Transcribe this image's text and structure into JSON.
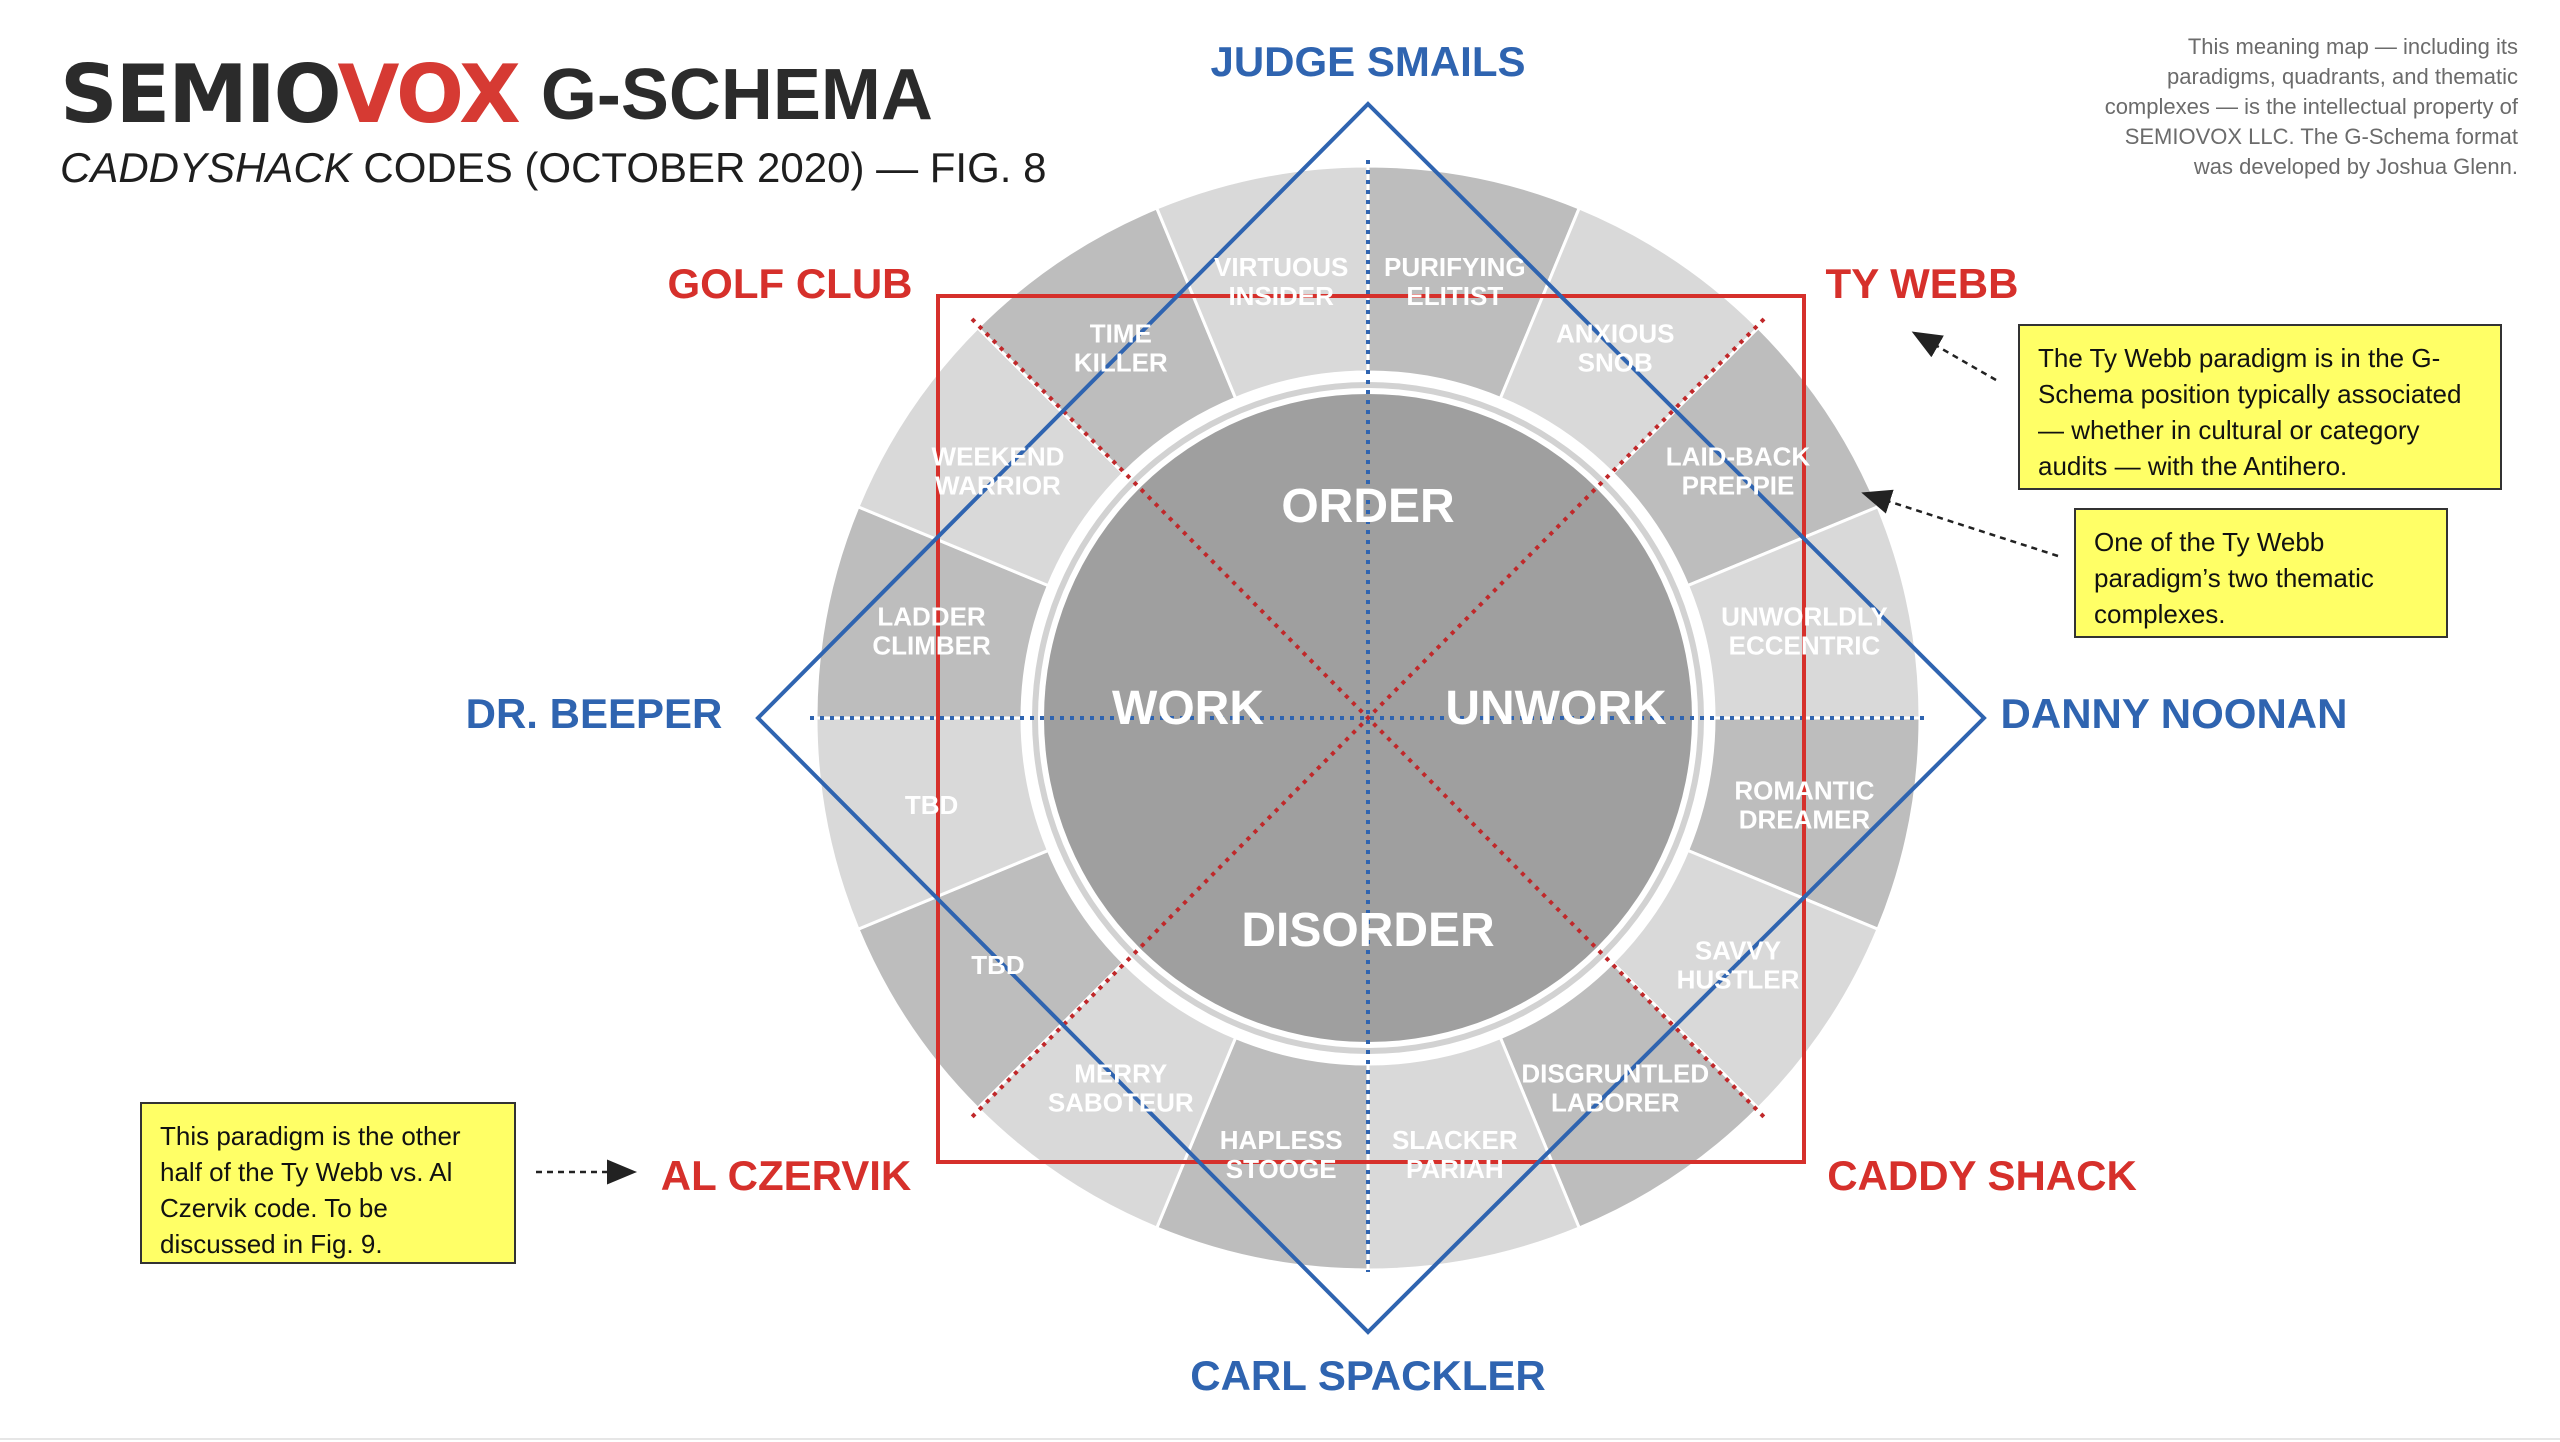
{
  "header": {
    "brand_part1": "SEMIO",
    "brand_part2": "VOX",
    "schema_label": "G-SCHEMA",
    "subtitle_film": "CADDYSHACK",
    "subtitle_rest": " CODES (OCTOBER 2020) — FIG. 8"
  },
  "copyright": "This meaning map — including its paradigms, quadrants, and thematic complexes — is the intellectual property of SEMIOVOX LLC. The G-Schema format was developed by Joshua Glenn.",
  "colors": {
    "blue": "#2f64b0",
    "red": "#d6302b",
    "ring_light": "#d9d9d9",
    "ring_dark": "#bdbdbd",
    "inner_ring": "#d2d2d2",
    "core": "#9f9f9f",
    "note_bg": "#ffff66"
  },
  "poles": {
    "top": "JUDGE SMAILS",
    "bottom": "CARL SPACKLER",
    "left": "DR. BEEPER",
    "right": "DANNY NOONAN",
    "top_left": "GOLF CLUB",
    "top_right": "TY WEBB",
    "bottom_left": "AL CZERVIK",
    "bottom_right": "CADDY SHACK"
  },
  "quadrants": {
    "top": "ORDER",
    "left": "WORK",
    "right": "UNWORK",
    "bottom": "DISORDER"
  },
  "segments": [
    {
      "lines": [
        "PURIFYING",
        "ELITIST"
      ]
    },
    {
      "lines": [
        "ANXIOUS",
        "SNOB"
      ]
    },
    {
      "lines": [
        "LAID-BACK",
        "PREPPIE"
      ]
    },
    {
      "lines": [
        "UNWORLDLY",
        "ECCENTRIC"
      ]
    },
    {
      "lines": [
        "ROMANTIC",
        "DREAMER"
      ]
    },
    {
      "lines": [
        "SAVVY",
        "HUSTLER"
      ]
    },
    {
      "lines": [
        "DISGRUNTLED",
        "LABORER"
      ]
    },
    {
      "lines": [
        "SLACKER",
        "PARIAH"
      ]
    },
    {
      "lines": [
        "HAPLESS",
        "STOOGE"
      ]
    },
    {
      "lines": [
        "MERRY",
        "SABOTEUR"
      ]
    },
    {
      "lines": [
        "TBD"
      ]
    },
    {
      "lines": [
        "TBD"
      ]
    },
    {
      "lines": [
        "LADDER",
        "CLIMBER"
      ]
    },
    {
      "lines": [
        "WEEKEND",
        "WARRIOR"
      ]
    },
    {
      "lines": [
        "TIME",
        "KILLER"
      ]
    },
    {
      "lines": [
        "VIRTUOUS",
        "INSIDER"
      ]
    }
  ],
  "notes": {
    "ty_webb_position": "The Ty Webb paradigm is in the G-Schema position typically associated — whether in cultural or category audits — with the Antihero.",
    "thematic_complexes": "One of the Ty Webb paradigm’s two thematic complexes.",
    "other_half": "This paradigm is the other half of the Ty Webb vs. Al Czervik code. To be discussed in Fig. 9."
  }
}
